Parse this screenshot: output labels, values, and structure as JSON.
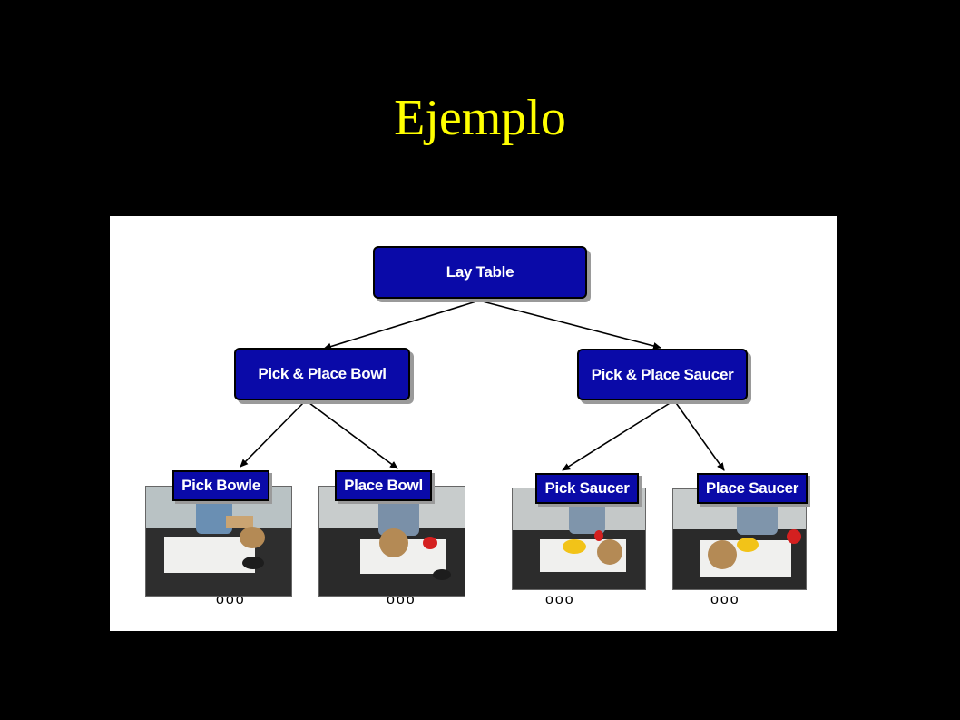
{
  "slide": {
    "title": "Ejemplo"
  },
  "diagram": {
    "root": {
      "label": "Lay Table"
    },
    "level1": [
      {
        "label": "Pick & Place Bowl"
      },
      {
        "label": "Pick & Place Saucer"
      }
    ],
    "leaves": [
      {
        "label": "Pick Bowle",
        "ellipsis": "ooo"
      },
      {
        "label": "Place Bowl",
        "ellipsis": "ooo"
      },
      {
        "label": "Pick Saucer",
        "ellipsis": "ooo"
      },
      {
        "label": "Place Saucer",
        "ellipsis": "ooo"
      }
    ]
  },
  "colors": {
    "background": "#000000",
    "title": "#ffff00",
    "node_fill": "#0a0aa8",
    "panel": "#ffffff"
  }
}
